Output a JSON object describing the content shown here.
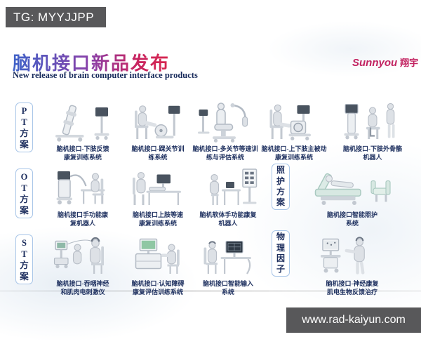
{
  "overlays": {
    "telegram_tag": "TG: MYYJJPP",
    "website": "www.rad-kaiyun.com",
    "bar_color": "#58585a"
  },
  "header": {
    "title": "脑机接口新品发布",
    "subtitle": "New release of brain computer interface products",
    "title_gradient": [
      "#3f63c8",
      "#8a3fa8",
      "#d8264e"
    ],
    "brand": {
      "latin": "Sunnyou",
      "cjk": "翔宇",
      "color": "#c22260"
    }
  },
  "rows": [
    {
      "label": "P\nT\n方\n案",
      "products": [
        {
          "caption": "脑机接口-下肢反馈\n康复训练系统",
          "icon": "tilt-table-trainer-icon"
        },
        {
          "caption": "脑机接口-踝关节训\n练系统",
          "icon": "ankle-trainer-icon"
        },
        {
          "caption": "脑机接口-多关节等速训\n练与评估系统",
          "icon": "isokinetic-chair-icon"
        },
        {
          "caption": "脑机接口-上下肢主被动\n康复训练系统",
          "icon": "limb-trainer-icon"
        },
        {
          "caption": "脑机接口-下肢外骨骼\n机器人",
          "icon": "exoskeleton-icon"
        }
      ]
    },
    {
      "label": "O\nT\n方\n案",
      "products": [
        {
          "caption": "脑机接口手功能康\n复机器人",
          "icon": "hand-robot-cart-icon"
        },
        {
          "caption": "脑机接口上肢等速\n康复训练系统",
          "icon": "upper-limb-desk-icon"
        },
        {
          "caption": "脑机软体手功能康复\n机器人",
          "icon": "soft-hand-panel-icon"
        }
      ],
      "side": {
        "label": "照\n护\n方\n案",
        "product": {
          "caption": "脑机接口智能照护\n系统",
          "icon": "care-bed-icon"
        }
      }
    },
    {
      "label": "S\nT\n方\n案",
      "products": [
        {
          "caption": "脑机接口-吞咽神经\n和肌肉电刺激仪",
          "icon": "swallow-stim-icon"
        },
        {
          "caption": "脑机接口-认知障碍\n康复评估训练系统",
          "icon": "cognitive-desk-icon"
        },
        {
          "caption": "脑机接口智能输入\n系统",
          "icon": "input-system-icon"
        }
      ],
      "side": {
        "label": "物\n理\n因\n子",
        "product": {
          "caption": "脑机接口-神经康复\n肌电生物反馈治疗",
          "icon": "biofeedback-cart-icon"
        }
      }
    }
  ]
}
